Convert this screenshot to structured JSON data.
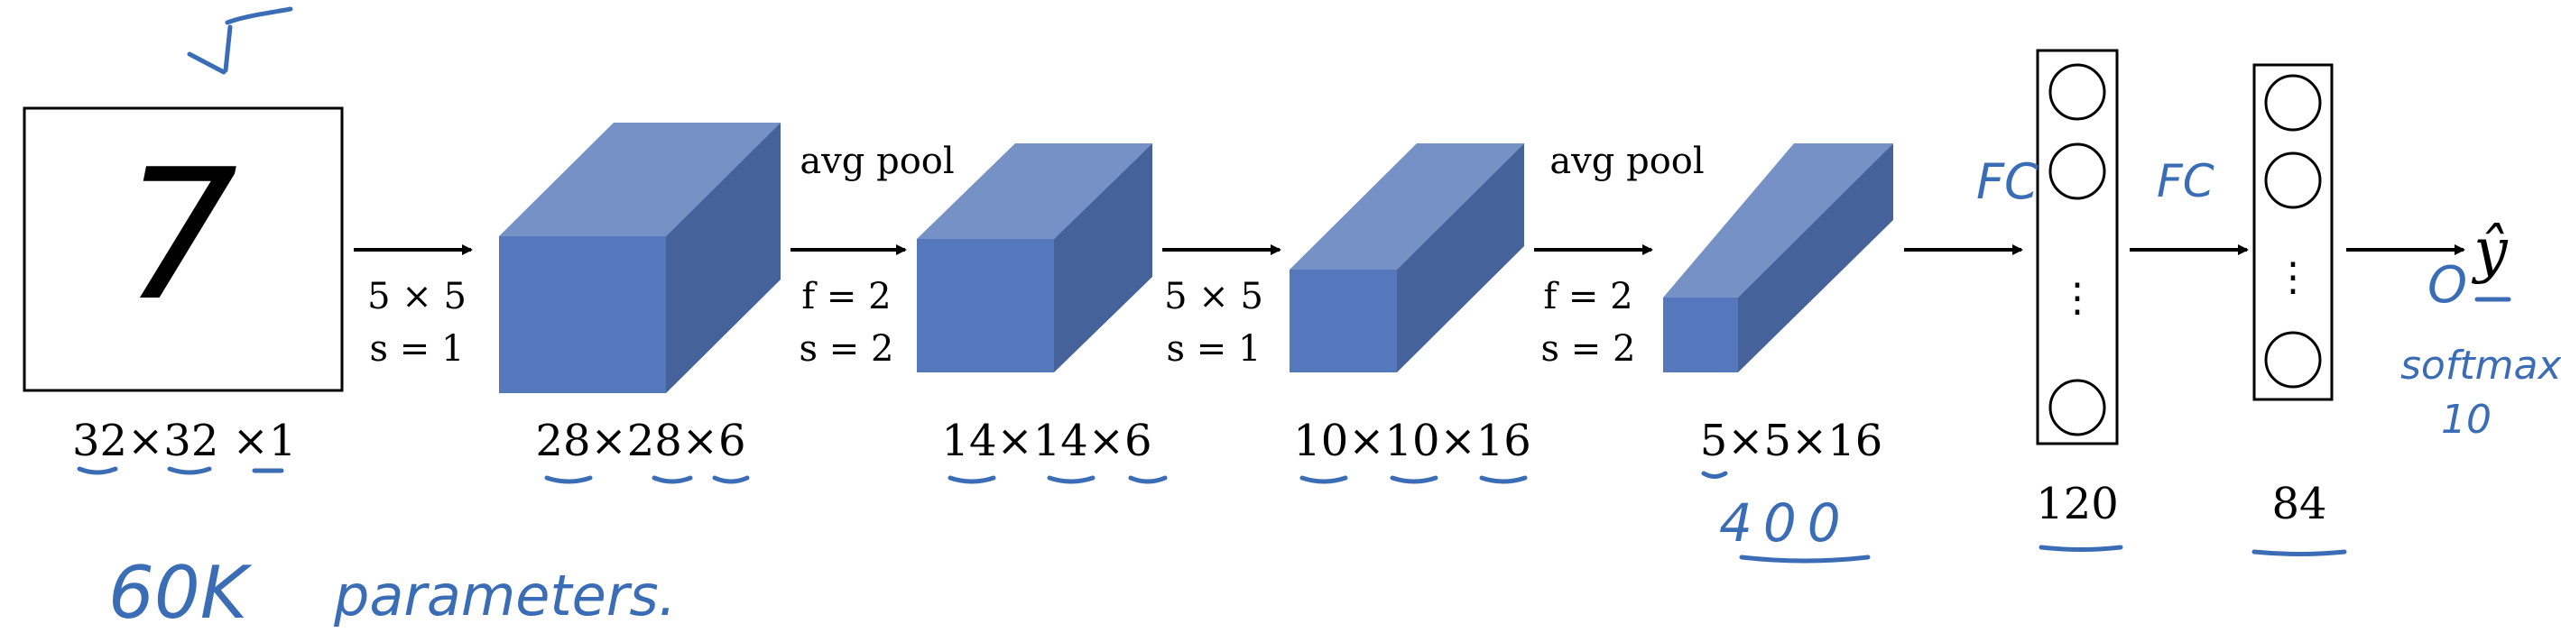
{
  "input": {
    "digit": "7",
    "dims": "32×32 ×1"
  },
  "layers": [
    {
      "dims": "28×28×6"
    },
    {
      "dims": "14×14×6"
    },
    {
      "dims": "10×10×16"
    },
    {
      "dims": "5×5×16"
    }
  ],
  "ops": [
    {
      "top": "5 × 5",
      "bottom": "s = 1"
    },
    {
      "title": "avg pool",
      "top": "f = 2",
      "bottom": "s = 2"
    },
    {
      "top": "5 × 5",
      "bottom": "s = 1"
    },
    {
      "title": "avg pool",
      "top": "f = 2",
      "bottom": "s = 2"
    }
  ],
  "fc": [
    {
      "size": "120",
      "ellipsis": "⋮",
      "note": "FC"
    },
    {
      "size": "84",
      "ellipsis": "⋮",
      "note": "FC"
    }
  ],
  "output": {
    "symbol": "ŷ",
    "handwritten_lines": [
      "softmax",
      "10"
    ],
    "circle_symbol": "O"
  },
  "annotations": {
    "flat_size": "400",
    "params": "60K",
    "params_word": "parameters."
  },
  "colors": {
    "front": "#5577bb",
    "top": "#7691c6",
    "side": "#45639a",
    "ink": "#3a6db5"
  }
}
